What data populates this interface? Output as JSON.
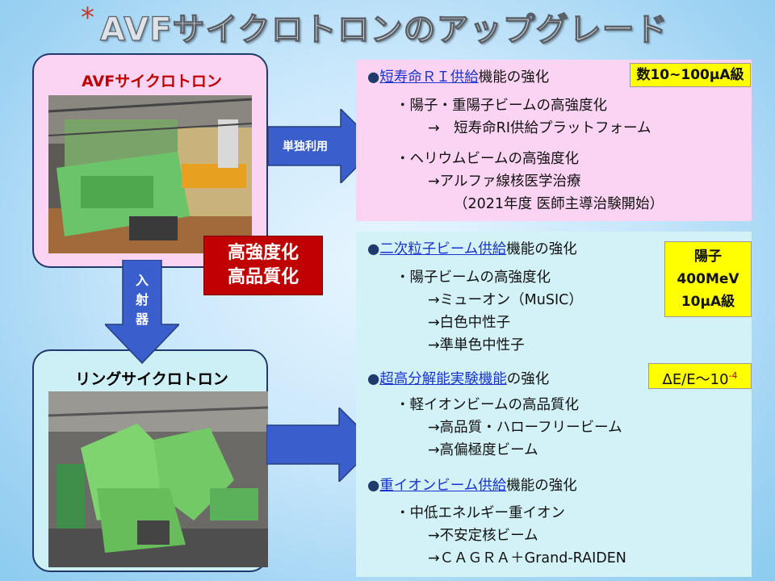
{
  "title": {
    "star": "*",
    "text": "AVFサイクロトロンのアップグレード"
  },
  "avf_box": {
    "title": "AVFサイクロトロン"
  },
  "ring_box": {
    "title": "リングサイクロトロン"
  },
  "center_label": {
    "line1": "高強度化",
    "line2": "高品質化"
  },
  "arrows": {
    "top_right": "単独利用",
    "down": [
      "入",
      "射",
      "器"
    ]
  },
  "section1": {
    "bullet": "●",
    "head_ul1": "短寿命ＲＩ",
    "head_ul2": "供給",
    "head_rest1": "機能",
    "head_rest2": "の強化",
    "badge": "数10~100μA級",
    "lines": [
      "・陽子・重陽子ビームの高強度化",
      "→　短寿命RI供給プラットフォーム",
      "・ヘリウムビームの高強度化",
      "→アルファ線核医学治療",
      "（2021年度 医師主導治験開始）"
    ]
  },
  "section2": {
    "bullet": "●",
    "head_ul1": "二次粒子ビーム",
    "head_ul2": "供給",
    "head_rest1": "機能",
    "head_rest2": "の強化",
    "badge": [
      "陽子",
      "400MeV",
      "10μA級"
    ],
    "lines": [
      "・陽子ビームの高強度化",
      "→ミューオン（MuSIC）",
      "→白色中性子",
      "→準単色中性子"
    ]
  },
  "section3": {
    "bullet": "●",
    "head_ul1": "超高分解能実験",
    "head_rest1": "機能",
    "head_rest2": "の強化",
    "badge_main": "ΔE/E〜10",
    "badge_sup": "-4",
    "lines": [
      "・軽イオンビームの高品質化",
      "→高品質・ハローフリービーム",
      "→高偏極度ビーム"
    ]
  },
  "section4": {
    "bullet": "●",
    "head_ul1": "重イオンビーム",
    "head_ul2": "供給",
    "head_rest1": "機能",
    "head_rest2": "の強化",
    "lines": [
      "・中低エネルギー重イオン",
      "→不安定核ビーム",
      "→ＣＡＧＲＡ＋Grand-RAIDEN"
    ]
  },
  "colors": {
    "accent_red": "#c00000",
    "link_blue": "#1a33cc",
    "arrow_blue": "#3a5fcd",
    "badge_yellow": "#ffff00",
    "pink_panel": "#fcd4f3",
    "cyan_panel": "#d2f2f8"
  }
}
